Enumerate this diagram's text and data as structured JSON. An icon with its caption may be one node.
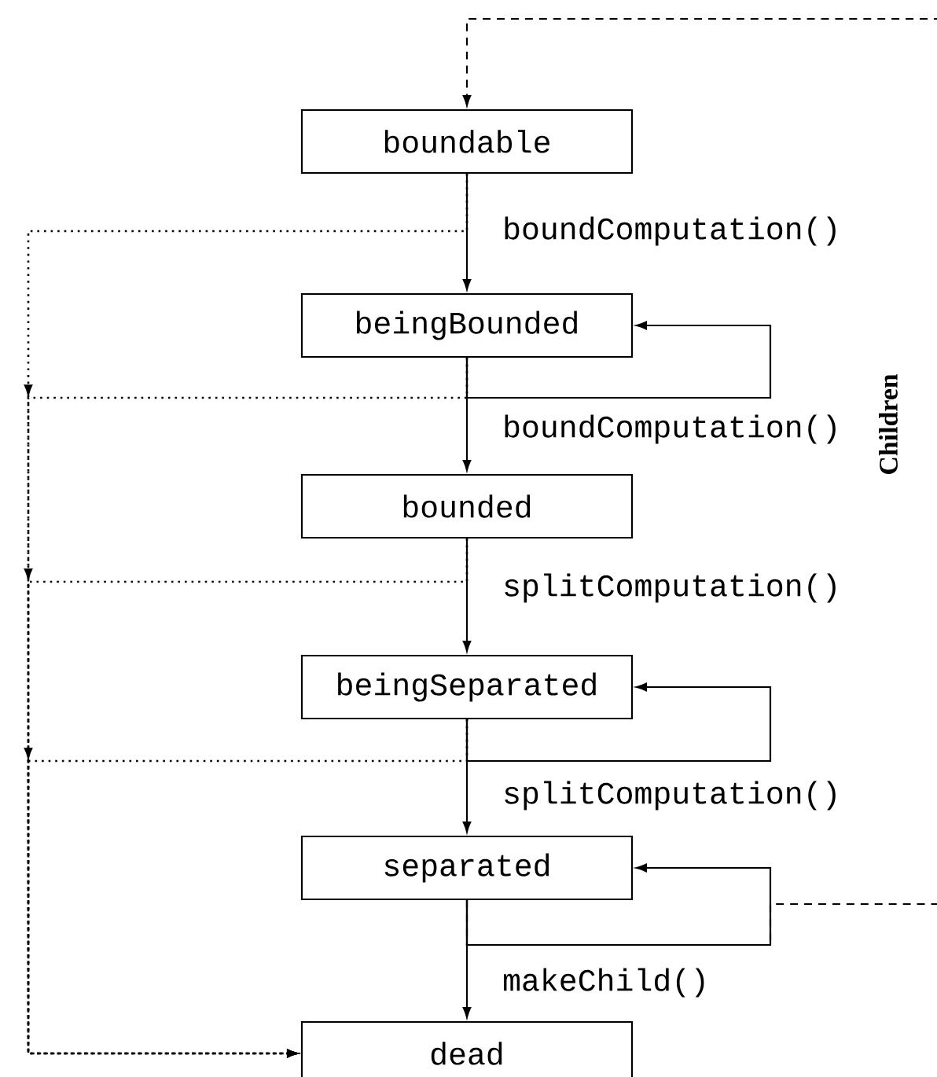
{
  "diagram": {
    "nodes": [
      {
        "text": [
          "boundable"
        ]
      },
      {
        "text": [
          "beingBounded"
        ]
      },
      {
        "text": [
          "bounded"
        ]
      },
      {
        "text": [
          "beingSeparated"
        ]
      },
      {
        "text": [
          "separated"
        ]
      },
      {
        "text": [
          "dead"
        ]
      }
    ],
    "edges": [
      {
        "from": 0,
        "to": 1,
        "arrow": "to",
        "label": "boundComputation()"
      },
      {
        "from": 1,
        "to": 1,
        "arrow": "to"
      },
      {
        "from": 1,
        "to": 2,
        "arrow": "to",
        "label": "boundComputation()"
      },
      {
        "from": 2,
        "to": 3,
        "arrow": "to",
        "label": "splitComputation()"
      },
      {
        "from": 3,
        "to": 3,
        "arrow": "to"
      },
      {
        "from": 3,
        "to": 4,
        "arrow": "to",
        "label": "splitComputation()"
      },
      {
        "from": 4,
        "to": 4,
        "arrow": "to"
      },
      {
        "from": 4,
        "to": 5,
        "arrow": "to",
        "label": "makeChild()"
      },
      {
        "from": 4,
        "to": 0,
        "arrow": "to",
        "style": "dashed",
        "label": "Children"
      },
      {
        "from": 0,
        "to": 5,
        "arrow": "to",
        "style": "dashed"
      },
      {
        "from": 1,
        "to": 5,
        "arrow": "to",
        "style": "dashed"
      },
      {
        "from": 2,
        "to": 5,
        "arrow": "to",
        "style": "dashed"
      },
      {
        "from": 3,
        "to": 5,
        "arrow": "to",
        "style": "dashed"
      }
    ]
  }
}
